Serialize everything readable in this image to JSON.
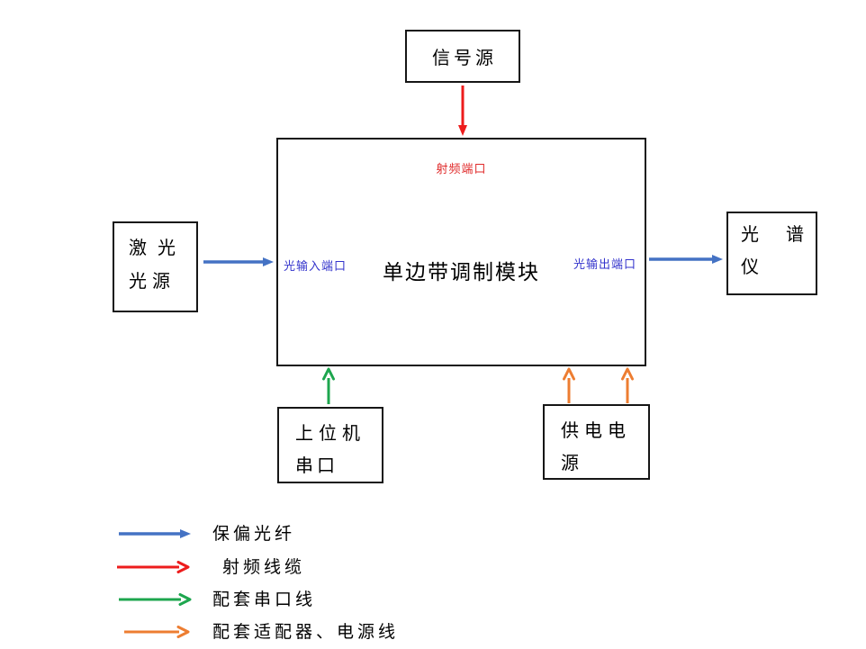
{
  "colors": {
    "blue": "#4472c4",
    "red": "#ed1c1c",
    "green": "#1da64e",
    "orange": "#ed7d31",
    "port_blue_text": "#3333cc",
    "port_red_text": "#e02a2a",
    "box_border": "#161616"
  },
  "nodes": {
    "signal_source": {
      "label": "信号源"
    },
    "module": {
      "title": "单边带调制模块",
      "rf_port": "射频端口",
      "optical_in": "光输入端口",
      "optical_out": "光输出端口"
    },
    "laser": {
      "line1": "激光",
      "line2": "光源"
    },
    "spectrometer": {
      "line1": "光谱",
      "line2": "仪"
    },
    "host_serial": {
      "line1": "上位机",
      "line2": "串口"
    },
    "power": {
      "line1": "供电电",
      "line2": "源"
    }
  },
  "legend": {
    "items": [
      {
        "label": "保偏光纤",
        "color": "#4472c4",
        "head": "filled"
      },
      {
        "label": "射频线缆",
        "color": "#ed1c1c",
        "head": "open"
      },
      {
        "label": "配套串口线",
        "color": "#1da64e",
        "head": "open"
      },
      {
        "label": "配套适配器、电源线",
        "color": "#ed7d31",
        "head": "open"
      }
    ]
  }
}
